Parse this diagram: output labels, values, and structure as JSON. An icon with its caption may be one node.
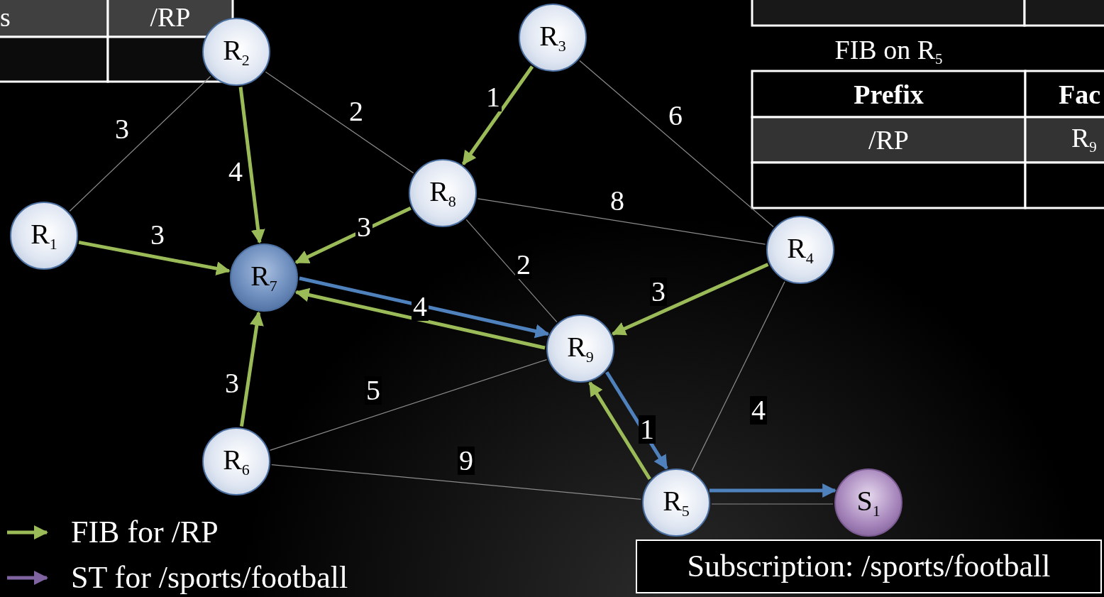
{
  "diagram": {
    "nodes": [
      {
        "text": [
          "R$_{2}$"
        ]
      },
      {
        "text": [
          "R$_{3}$"
        ]
      },
      {
        "text": [
          "R$_{8}$"
        ]
      },
      {
        "text": [
          "R$_{1}$"
        ]
      },
      {
        "text": [
          "R$_{7}$"
        ]
      },
      {
        "text": [
          "R$_{4}$"
        ]
      },
      {
        "text": [
          "R$_{9}$"
        ]
      },
      {
        "text": [
          "R$_{6}$"
        ]
      },
      {
        "text": [
          "R$_{5}$"
        ]
      },
      {
        "text": [
          "S$_{1}$"
        ]
      },
      {
        "text": [
          "Subscription: /sports/football"
        ]
      }
    ],
    "edges": [
      {
        "from": 3,
        "to": 0,
        "arrow": "none",
        "label": "3"
      },
      {
        "from": 0,
        "to": 2,
        "arrow": "none",
        "label": "2"
      },
      {
        "from": 1,
        "to": 5,
        "arrow": "none",
        "label": "6"
      },
      {
        "from": 2,
        "to": 5,
        "arrow": "none",
        "label": "8"
      },
      {
        "from": 2,
        "to": 6,
        "arrow": "none",
        "label": "2"
      },
      {
        "from": 7,
        "to": 6,
        "arrow": "none",
        "label": "5"
      },
      {
        "from": 7,
        "to": 8,
        "arrow": "none",
        "label": "9"
      },
      {
        "from": 5,
        "to": 8,
        "arrow": "none",
        "label": "4"
      },
      {
        "from": 8,
        "to": 9,
        "arrow": "none"
      },
      {
        "from": 0,
        "to": 4,
        "arrow": "to",
        "label": "4",
        "color": "#9bbb59"
      },
      {
        "from": 1,
        "to": 2,
        "arrow": "to",
        "label": "1",
        "color": "#9bbb59"
      },
      {
        "from": 3,
        "to": 4,
        "arrow": "to",
        "label": "3",
        "color": "#9bbb59"
      },
      {
        "from": 2,
        "to": 4,
        "arrow": "to",
        "label": "3",
        "color": "#9bbb59"
      },
      {
        "from": 4,
        "to": 6,
        "arrow": "to",
        "label": "4",
        "color": "#4f81bd"
      },
      {
        "from": 6,
        "to": 4,
        "arrow": "to",
        "color": "#9bbb59"
      },
      {
        "from": 5,
        "to": 6,
        "arrow": "to",
        "label": "3",
        "color": "#9bbb59"
      },
      {
        "from": 7,
        "to": 4,
        "arrow": "to",
        "label": "3",
        "color": "#9bbb59"
      },
      {
        "from": 6,
        "to": 8,
        "arrow": "to",
        "label": "1",
        "color": "#4f81bd"
      },
      {
        "from": 8,
        "to": 6,
        "arrow": "to",
        "color": "#9bbb59"
      },
      {
        "from": 8,
        "to": 9,
        "arrow": "to",
        "color": "#4f81bd"
      }
    ],
    "labels": [
      "s",
      "/RP",
      "FIB on R$_{5}$",
      "Prefix",
      "Fac",
      "/RP",
      "R$_{9}$"
    ],
    "legend": [
      {
        "text": "FIB for /RP"
      },
      {
        "text": "ST for /sports/football"
      }
    ]
  }
}
